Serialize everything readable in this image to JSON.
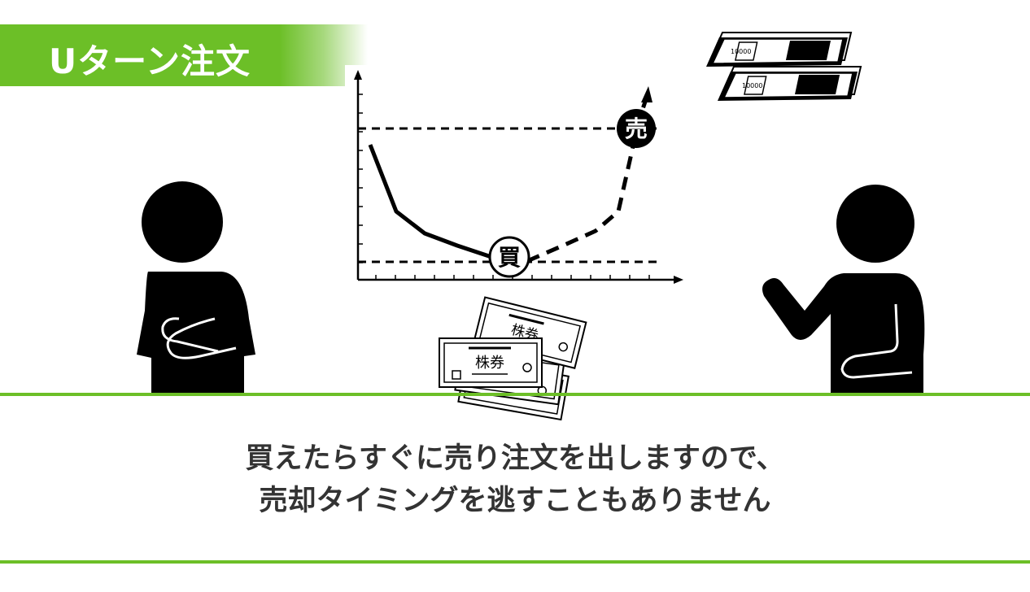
{
  "title": "Uターン注文",
  "chart": {
    "buy_marker": "買",
    "sell_marker": "売"
  },
  "stock_certificate": {
    "front_label": "株券",
    "back_label": "株券"
  },
  "banknote": {
    "denomination": "10000"
  },
  "caption": {
    "line1": "買えたらすぐに売り注文を出しますので、",
    "line2": "売却タイミングを逃すこともありません"
  },
  "colors": {
    "accent": "#6cbf27",
    "caption_text": "#333333",
    "figure": "#000000"
  }
}
